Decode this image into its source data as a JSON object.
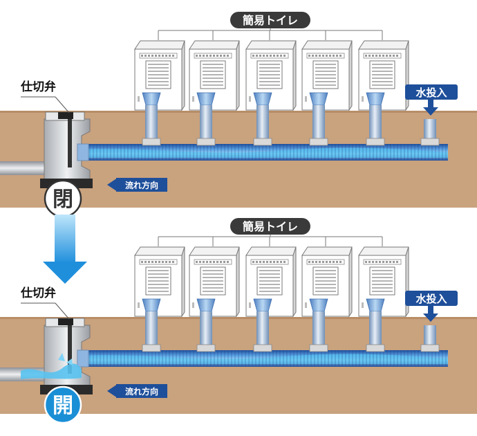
{
  "panels": [
    {
      "id": "top",
      "toilet_group_label": "簡易トイレ",
      "valve_label": "仕切弁",
      "water_in_label": "水投入",
      "flow_label": "流れ方向",
      "valve_state": "閉",
      "valve_state_color": "#ffffff",
      "valve_text_color": "#333333"
    },
    {
      "id": "bottom",
      "toilet_group_label": "簡易トイレ",
      "valve_label": "仕切弁",
      "water_in_label": "水投入",
      "flow_label": "流れ方向",
      "valve_state": "開",
      "valve_state_color": "#1a8fd6",
      "valve_text_color": "#ffffff"
    }
  ],
  "colors": {
    "soil": "#c9a27e",
    "soil_top": "#b88d66",
    "pipe_blue": "#2f6fc4",
    "water": "#58c2f0",
    "label_dark": "#3a3a3a",
    "label_blue": "#1e4f9a",
    "transition_arrow": "#2b9be0"
  }
}
